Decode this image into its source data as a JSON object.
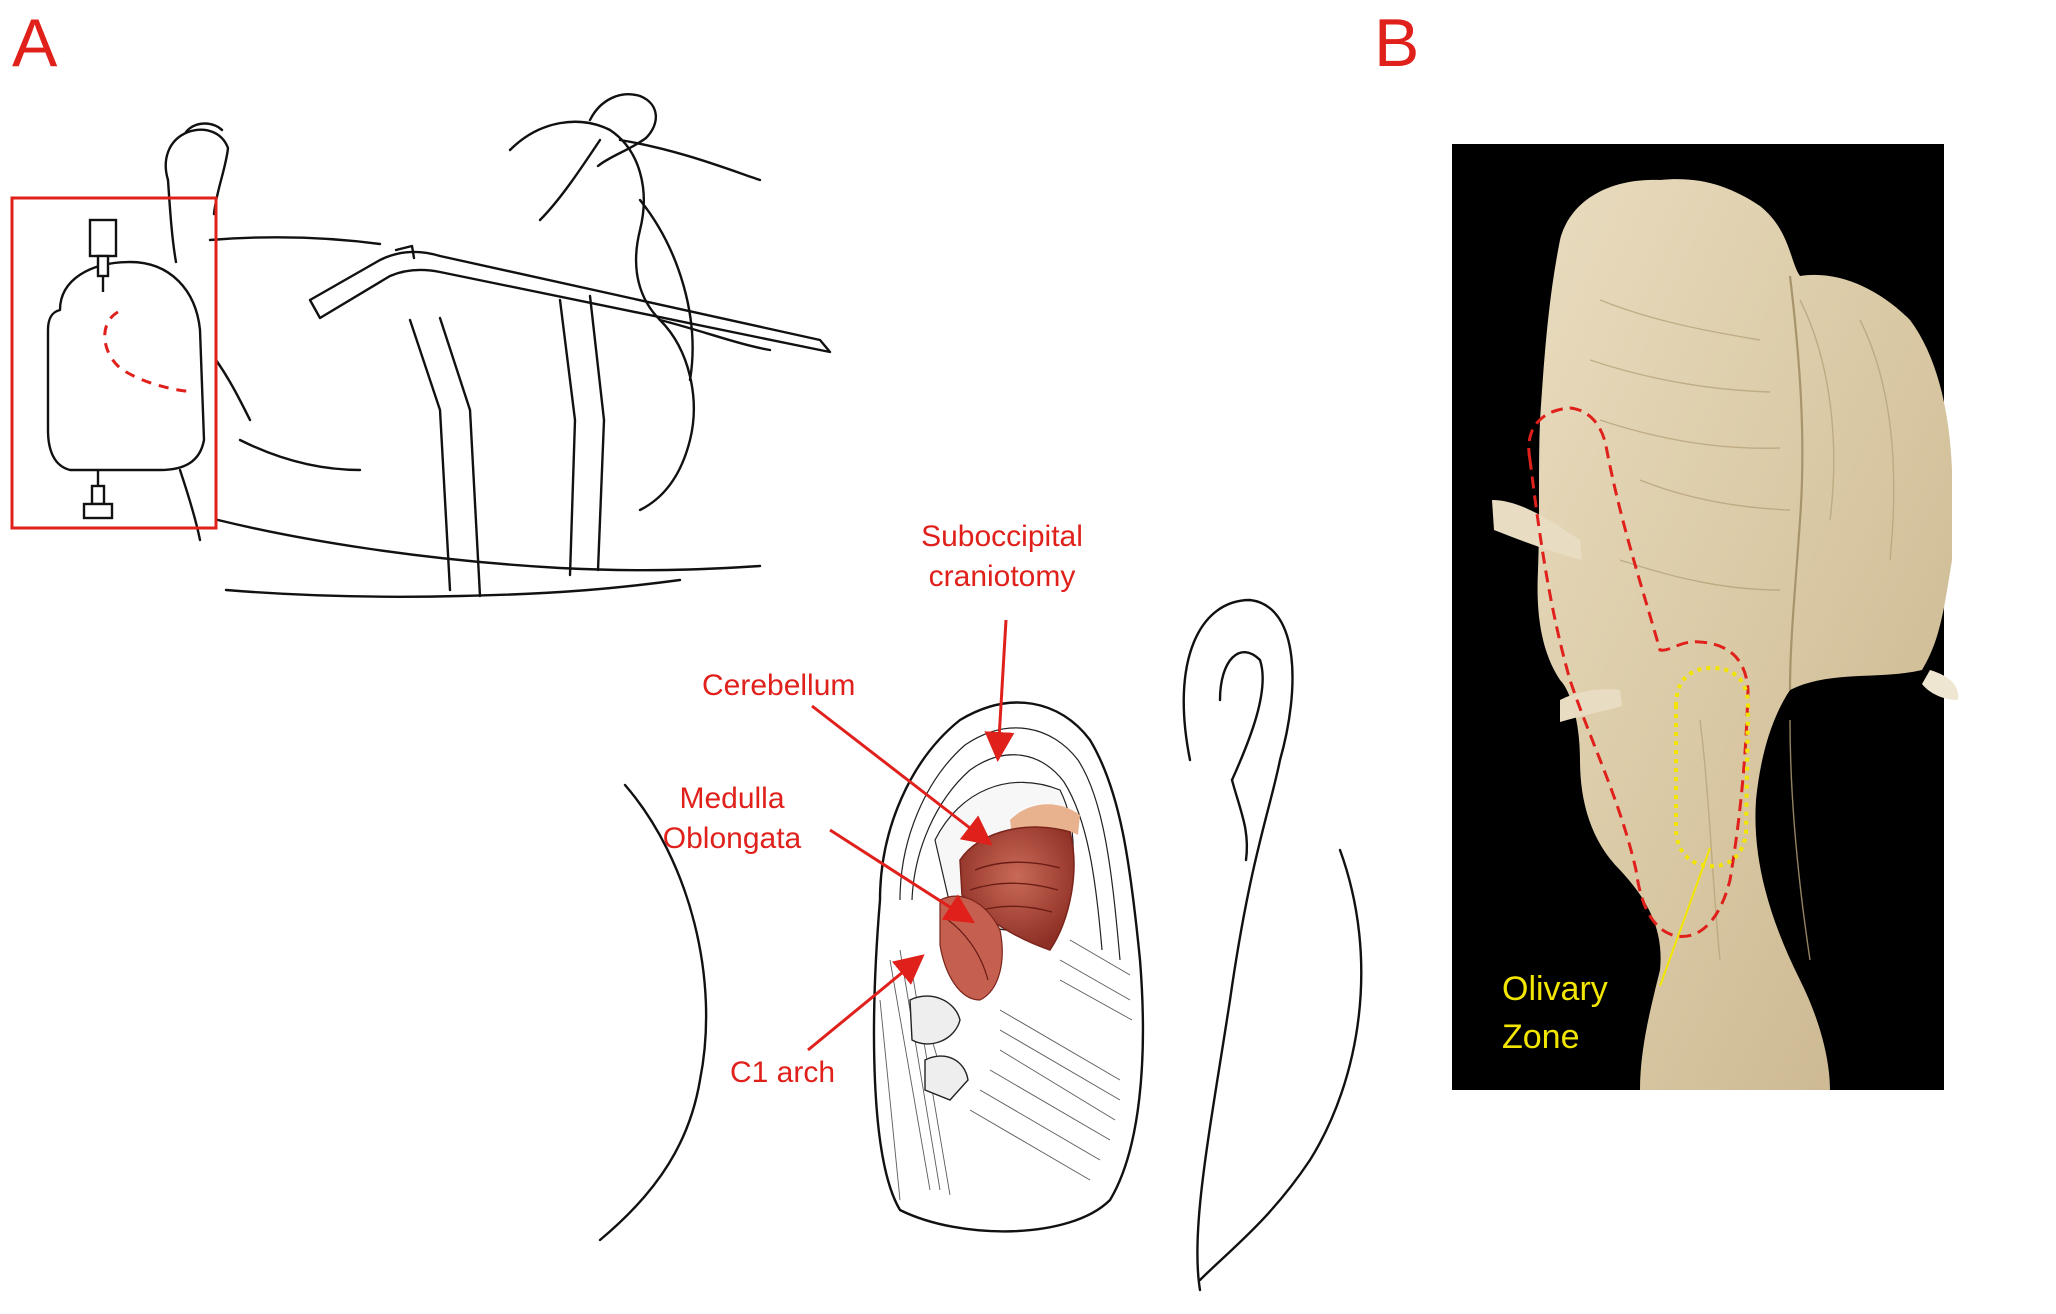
{
  "panels": {
    "a": {
      "letter": "A"
    },
    "b": {
      "letter": "B"
    }
  },
  "labels": {
    "suboccipital_line1": "Suboccipital",
    "suboccipital_line2": "craniotomy",
    "cerebellum": "Cerebellum",
    "medulla_line1": "Medulla",
    "medulla_line2": "Oblongata",
    "c1_arch": "C1 arch",
    "olivary_line1": "Olivary",
    "olivary_line2": "Zone"
  },
  "colors": {
    "label_red": "#e0201b",
    "label_yellow": "#f2e600",
    "photo_background": "#000000",
    "tissue": "#dccfae"
  }
}
